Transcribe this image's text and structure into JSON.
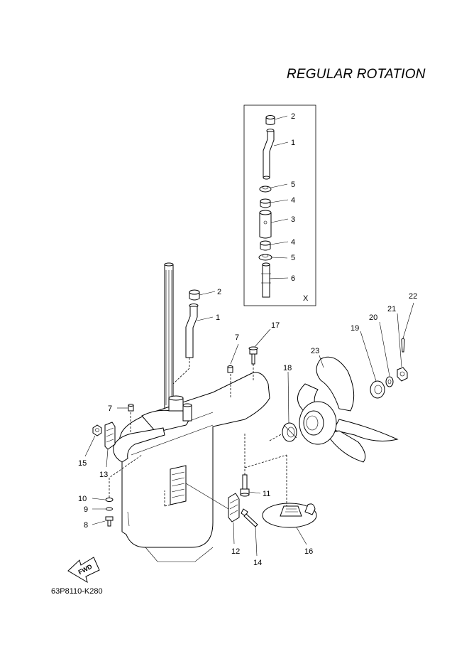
{
  "header": {
    "title": "REGULAR ROTATION"
  },
  "footer": {
    "code": "63P8110-K280"
  },
  "inset": {
    "label": "X"
  },
  "forward_arrow": {
    "label": "FWD"
  },
  "callouts": {
    "inset_2": "2",
    "inset_1": "1",
    "inset_5a": "5",
    "inset_4a": "4",
    "inset_3": "3",
    "inset_4b": "4",
    "inset_5b": "5",
    "inset_6": "6",
    "main_2": "2",
    "main_1": "1",
    "main_7a": "7",
    "main_17": "17",
    "main_7b": "7",
    "main_15": "15",
    "main_13": "13",
    "main_10": "10",
    "main_9": "9",
    "main_8": "8",
    "main_11": "11",
    "main_12": "12",
    "main_14": "14",
    "main_16": "16",
    "main_18": "18",
    "main_19": "19",
    "main_20": "20",
    "main_21": "21",
    "main_22": "22",
    "main_23": "23"
  }
}
